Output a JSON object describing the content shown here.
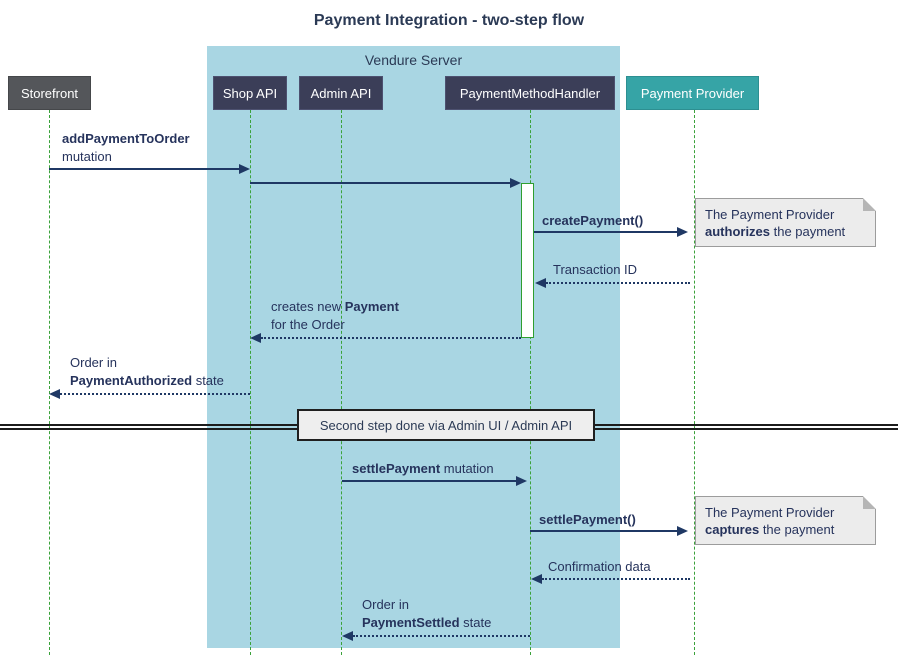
{
  "title": "Payment Integration - two-step flow",
  "container": {
    "label": "Vendure Server"
  },
  "participants": {
    "storefront": {
      "label": "Storefront"
    },
    "shop_api": {
      "label": "Shop API"
    },
    "admin_api": {
      "label": "Admin API"
    },
    "payment_method_handler": {
      "label": "PaymentMethodHandler"
    },
    "payment_provider": {
      "label": "Payment Provider"
    }
  },
  "messages": {
    "add_payment": {
      "bold": "addPaymentToOrder",
      "line2": "mutation"
    },
    "create_payment": {
      "label": "createPayment()"
    },
    "transaction_id": {
      "label": "Transaction ID"
    },
    "creates_payment": {
      "pre": "creates new ",
      "bold": "Payment",
      "line2": "for the Order"
    },
    "order_authorized": {
      "line1": "Order in",
      "bold": "PaymentAuthorized",
      "post": " state"
    },
    "settle_payment_mutation": {
      "bold": "settlePayment",
      "post": " mutation"
    },
    "settle_payment_call": {
      "label": "settlePayment()"
    },
    "confirmation_data": {
      "label": "Confirmation data"
    },
    "order_settled": {
      "line1": "Order in",
      "bold": "PaymentSettled",
      "post": " state"
    }
  },
  "divider": {
    "label": "Second step done via Admin UI / Admin API"
  },
  "notes": {
    "authorize": {
      "line1": "The Payment Provider",
      "bold": "authorizes",
      "post": " the payment"
    },
    "capture": {
      "line1": "The Payment Provider",
      "bold": "captures",
      "post": " the payment"
    }
  },
  "colors": {
    "server_background": "#a9d6e3",
    "participant_dark": "#3b3e58",
    "participant_gray": "#54565a",
    "participant_teal": "#36a4a6",
    "lifeline_green": "#3ba23b",
    "arrow_navy": "#1f3864",
    "note_background": "#ececec"
  }
}
